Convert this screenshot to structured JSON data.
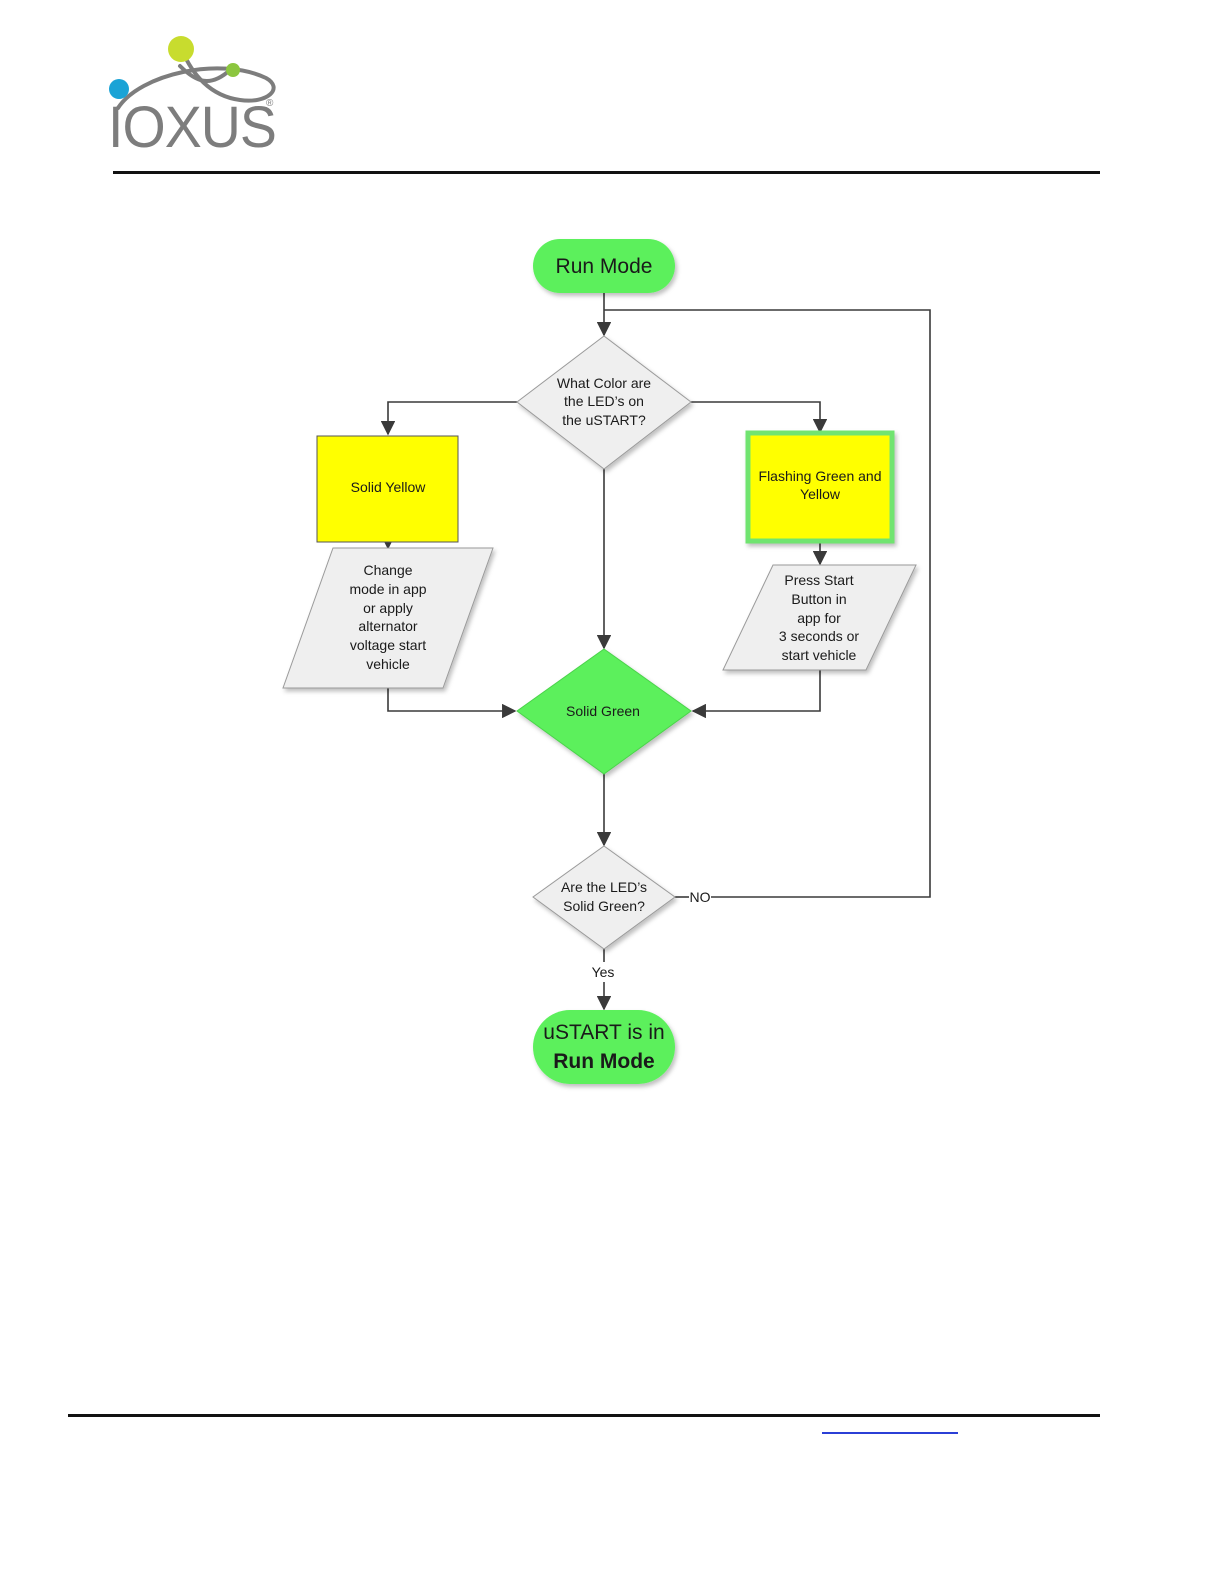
{
  "header": {
    "logo_text": "IOXUS",
    "logo_registered": "®",
    "colors": {
      "blue_dot": "#1aa3d6",
      "lime_dot": "#c8dc2e",
      "green_dot": "#8cc63f",
      "gray": "#7d7d7d"
    }
  },
  "flowchart": {
    "start": {
      "label": "Run Mode"
    },
    "decision_color": {
      "line1": "What Color are",
      "line2": "the LED’s on",
      "line3": "the uSTART?"
    },
    "solid_yellow": {
      "label": "Solid Yellow"
    },
    "flashing": {
      "line1": "Flashing Green and",
      "line2": "Yellow"
    },
    "change_mode": {
      "line1": "Change",
      "line2": "mode in app",
      "line3": "or apply",
      "line4": "alternator",
      "line5": "voltage start",
      "line6": "vehicle"
    },
    "press_start": {
      "line1": "Press Start",
      "line2": "Button in",
      "line3": "app for",
      "line4": "3 seconds or",
      "line5": "start vehicle"
    },
    "solid_green": {
      "label": "Solid Green"
    },
    "decision_green": {
      "line1": "Are the LED’s",
      "line2": "Solid Green?"
    },
    "edge_no": "NO",
    "edge_yes": "Yes",
    "end": {
      "line1": "uSTART is in",
      "line2": "Run Mode"
    },
    "colors": {
      "terminal": "#5cf05c",
      "yellow": "#ffff00",
      "green_diamond": "#5cf05c",
      "gray_shape": "#efefef",
      "highlight_border": "#6fe46f"
    }
  }
}
